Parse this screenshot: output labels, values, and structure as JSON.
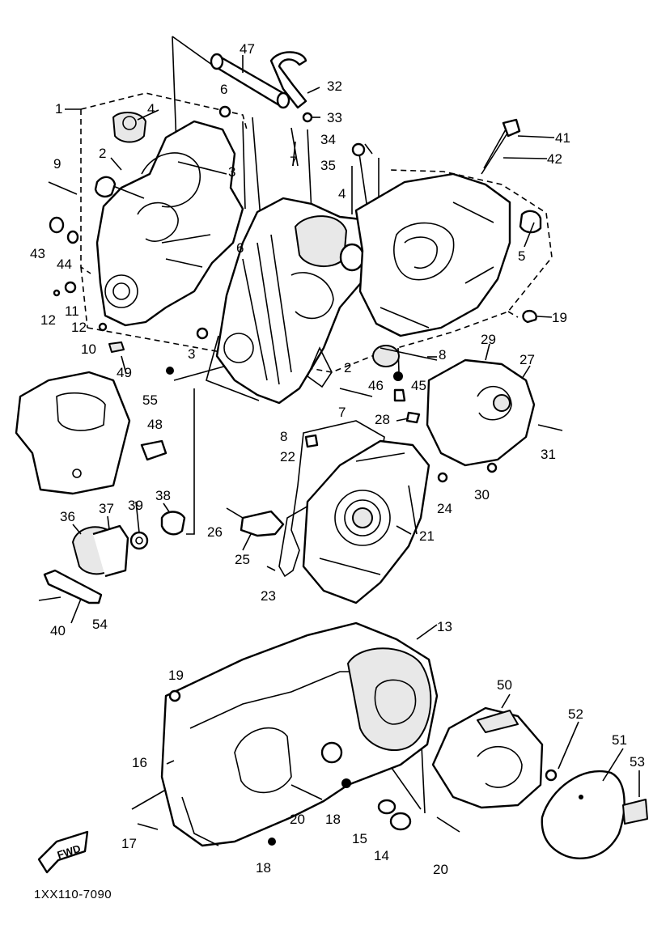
{
  "diagram": {
    "code": "1XX110-7090",
    "fwd_label": "FWD",
    "callouts": [
      {
        "id": "c1",
        "text": "1"
      },
      {
        "id": "c2a",
        "text": "2"
      },
      {
        "id": "c2b",
        "text": "2"
      },
      {
        "id": "c3a",
        "text": "3"
      },
      {
        "id": "c3b",
        "text": "3"
      },
      {
        "id": "c4a",
        "text": "4"
      },
      {
        "id": "c4b",
        "text": "4"
      },
      {
        "id": "c5",
        "text": "5"
      },
      {
        "id": "c6a",
        "text": "6"
      },
      {
        "id": "c6b",
        "text": "6"
      },
      {
        "id": "c7a",
        "text": "7"
      },
      {
        "id": "c7b",
        "text": "7"
      },
      {
        "id": "c8a",
        "text": "8"
      },
      {
        "id": "c8b",
        "text": "8"
      },
      {
        "id": "c9",
        "text": "9"
      },
      {
        "id": "c10",
        "text": "10"
      },
      {
        "id": "c11",
        "text": "11"
      },
      {
        "id": "c12a",
        "text": "12"
      },
      {
        "id": "c12b",
        "text": "12"
      },
      {
        "id": "c13",
        "text": "13"
      },
      {
        "id": "c14",
        "text": "14"
      },
      {
        "id": "c15",
        "text": "15"
      },
      {
        "id": "c16",
        "text": "16"
      },
      {
        "id": "c17",
        "text": "17"
      },
      {
        "id": "c18a",
        "text": "18"
      },
      {
        "id": "c18b",
        "text": "18"
      },
      {
        "id": "c19a",
        "text": "19"
      },
      {
        "id": "c19b",
        "text": "19"
      },
      {
        "id": "c20a",
        "text": "20"
      },
      {
        "id": "c20b",
        "text": "20"
      },
      {
        "id": "c21",
        "text": "21"
      },
      {
        "id": "c22",
        "text": "22"
      },
      {
        "id": "c23",
        "text": "23"
      },
      {
        "id": "c24",
        "text": "24"
      },
      {
        "id": "c25",
        "text": "25"
      },
      {
        "id": "c26",
        "text": "26"
      },
      {
        "id": "c27",
        "text": "27"
      },
      {
        "id": "c28",
        "text": "28"
      },
      {
        "id": "c29",
        "text": "29"
      },
      {
        "id": "c30",
        "text": "30"
      },
      {
        "id": "c31",
        "text": "31"
      },
      {
        "id": "c32",
        "text": "32"
      },
      {
        "id": "c33",
        "text": "33"
      },
      {
        "id": "c34",
        "text": "34"
      },
      {
        "id": "c35",
        "text": "35"
      },
      {
        "id": "c36",
        "text": "36"
      },
      {
        "id": "c37",
        "text": "37"
      },
      {
        "id": "c38",
        "text": "38"
      },
      {
        "id": "c39",
        "text": "39"
      },
      {
        "id": "c40",
        "text": "40"
      },
      {
        "id": "c41",
        "text": "41"
      },
      {
        "id": "c42",
        "text": "42"
      },
      {
        "id": "c43",
        "text": "43"
      },
      {
        "id": "c44",
        "text": "44"
      },
      {
        "id": "c45",
        "text": "45"
      },
      {
        "id": "c46",
        "text": "46"
      },
      {
        "id": "c47",
        "text": "47"
      },
      {
        "id": "c48",
        "text": "48"
      },
      {
        "id": "c49",
        "text": "49"
      },
      {
        "id": "c50",
        "text": "50"
      },
      {
        "id": "c51",
        "text": "51"
      },
      {
        "id": "c52",
        "text": "52"
      },
      {
        "id": "c53",
        "text": "53"
      },
      {
        "id": "c54",
        "text": "54"
      },
      {
        "id": "c55",
        "text": "55"
      }
    ]
  }
}
